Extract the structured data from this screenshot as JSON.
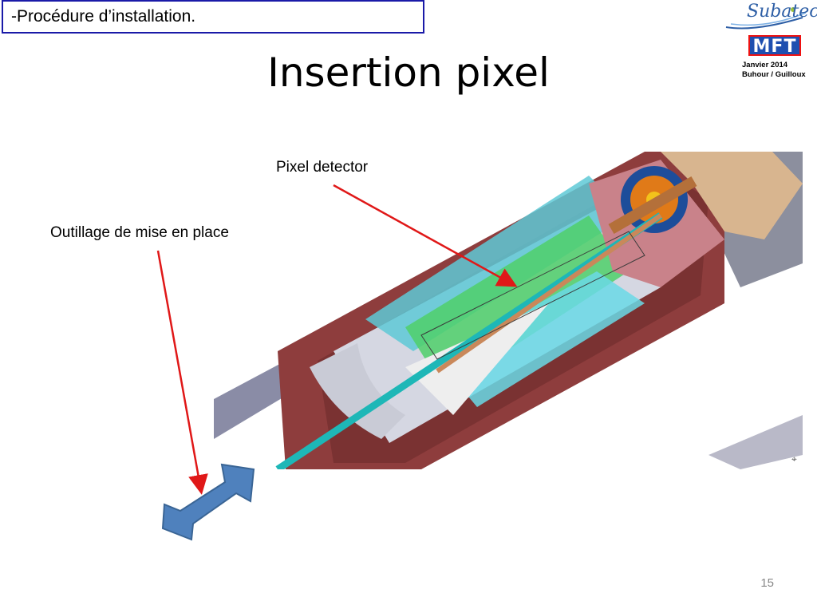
{
  "section_label": "-Procédure d’installation.",
  "title": "Insertion pixel",
  "logos": {
    "org_name": "Subatech",
    "project_name": "MFT"
  },
  "meta": {
    "date": "Janvier 2014",
    "authors": "Buhour / Guilloux"
  },
  "annotations": {
    "pixel_detector": "Pixel detector",
    "tooling": "Outillage de mise en place"
  },
  "page_number": "15",
  "colors": {
    "section_border": "#1a1aa8",
    "annotation_arrow": "#e01818",
    "double_arrow": "#4f81bd"
  },
  "figure": {
    "description_icon": "cad-cutaway-render"
  }
}
